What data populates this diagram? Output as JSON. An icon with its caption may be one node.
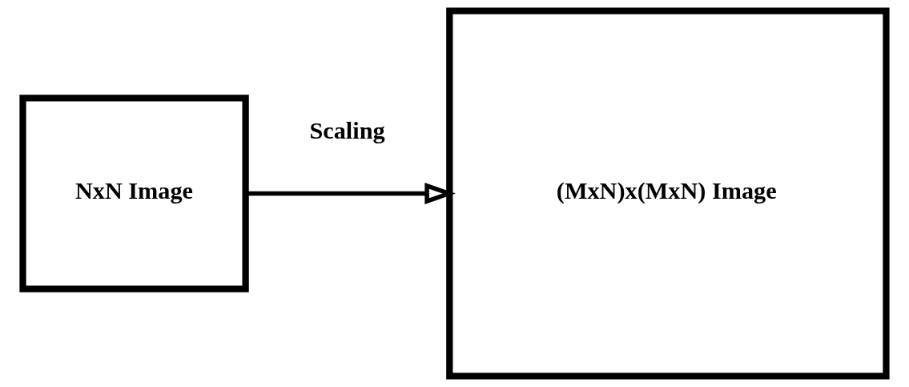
{
  "diagram": {
    "nodes": [
      {
        "text": [
          "NxN Image"
        ]
      },
      {
        "text": [
          "(MxN)x(MxN) Image"
        ]
      }
    ],
    "edges": [
      {
        "from": 0,
        "to": 1,
        "arrow": "to",
        "label": "Scaling"
      }
    ]
  }
}
